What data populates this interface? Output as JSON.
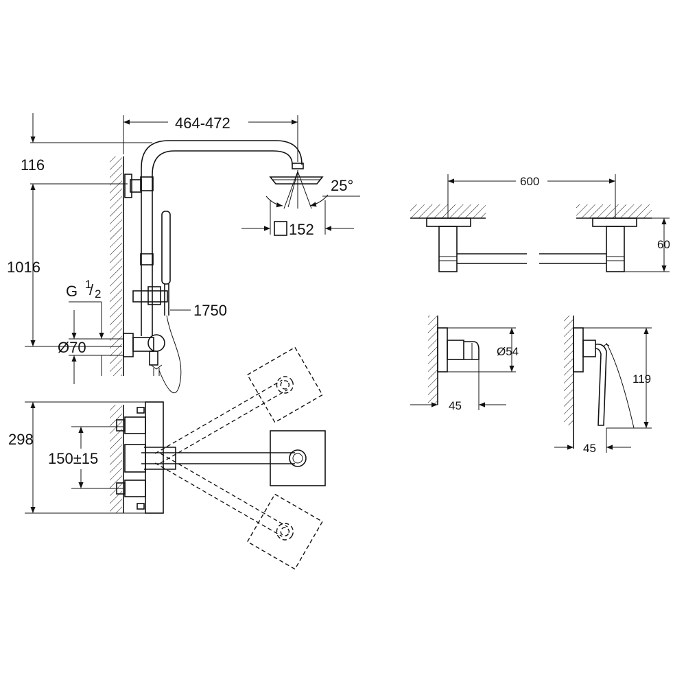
{
  "shower_system": {
    "arm_reach": "464-472",
    "top_offset": "116",
    "height_total": "1016",
    "connection": "G",
    "connection_num": "1",
    "connection_den": "2",
    "escutcheon_diameter": "Ø70",
    "hose_length": "1750",
    "head_angle": "25°",
    "head_size_symbol": "□",
    "head_size": "152",
    "mixer_height": "298",
    "inlet_spacing": "150±15"
  },
  "towel_rail": {
    "length": "600",
    "projection": "60"
  },
  "robe_hook": {
    "diameter": "Ø54",
    "projection": "45"
  },
  "paper_holder": {
    "height": "119",
    "projection": "45"
  }
}
